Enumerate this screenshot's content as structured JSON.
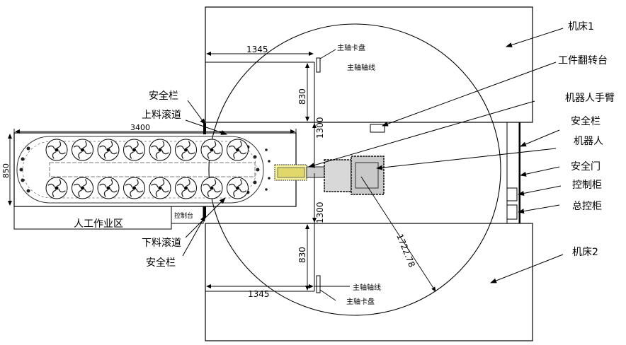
{
  "labels": {
    "machine1": "机床1",
    "machine2": "机床2",
    "turntable": "工件翻转台",
    "robot_arm": "机器人手臂",
    "fence_right": "安全栏",
    "robot": "机器人",
    "safety_door": "安全门",
    "control_cabinet": "控制柜",
    "main_cabinet": "总控柜",
    "fence_left_top": "安全栏",
    "loading_conveyor": "上料滚道",
    "unloading_conveyor": "下料滚道",
    "fence_left_bottom": "安全栏",
    "manual_zone": "人工作业区",
    "console": "控制台",
    "chuck_top": "主轴卡盘",
    "axis_top": "主轴轴线",
    "axis_bottom": "主轴轴线",
    "chuck_bottom": "主轴卡盘"
  },
  "dimensions": {
    "conveyor_length": "3400",
    "conveyor_width": "850",
    "spindle_offset_top": "1345",
    "spindle_offset_bottom": "1345",
    "axis_gap_top": "830",
    "axis_gap_bottom": "830",
    "center_to_machine_top": "1300",
    "center_to_machine_bottom": "1300",
    "robot_reach_radius": "1722.78"
  }
}
